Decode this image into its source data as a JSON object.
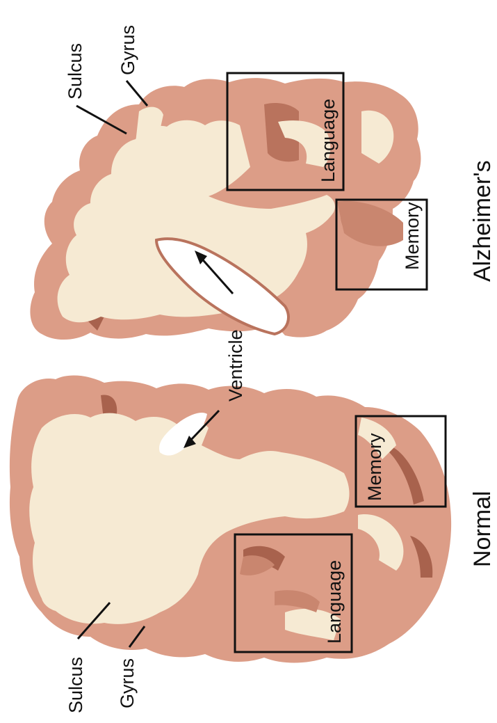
{
  "labels": {
    "sulcus": "Sulcus",
    "gyrus": "Gyrus",
    "ventricle": "Ventricle",
    "language": "Language",
    "memory": "Memory",
    "alzheimers": "Alzheimer's",
    "normal": "Normal"
  },
  "colors": {
    "gray_matter": "#dc9d87",
    "gray_matter_dark": "#a8624d",
    "white_matter": "#f6ead3",
    "line": "#111111",
    "background": "#ffffff"
  }
}
